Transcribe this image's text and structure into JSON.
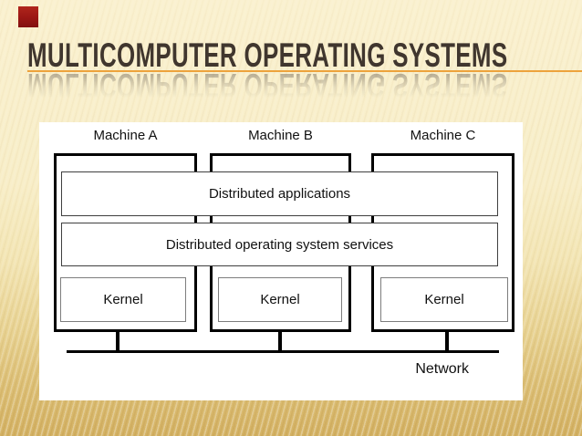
{
  "slide": {
    "title": "MULTICOMPUTER OPERATING SYSTEMS",
    "colors": {
      "title_text": "#40362e",
      "accent_rule": "#eda33c",
      "corner_accent": "#9a1714",
      "background_top": "#faf1d0",
      "background_bottom": "#d4b264",
      "panel": "#ffffff"
    }
  },
  "diagram": {
    "machines": [
      {
        "label": "Machine A"
      },
      {
        "label": "Machine B"
      },
      {
        "label": "Machine C"
      }
    ],
    "layers": [
      {
        "label": "Distributed applications"
      },
      {
        "label": "Distributed operating system services"
      }
    ],
    "kernels": [
      {
        "label": "Kernel"
      },
      {
        "label": "Kernel"
      },
      {
        "label": "Kernel"
      }
    ],
    "network_label": "Network"
  }
}
